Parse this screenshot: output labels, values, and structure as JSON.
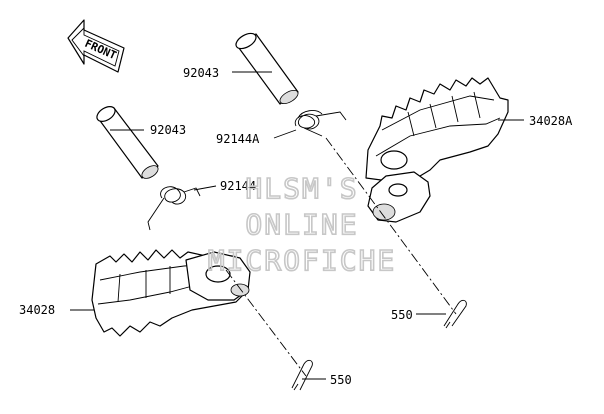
{
  "direction_indicator": {
    "text": "FRONT"
  },
  "callouts": [
    {
      "key": "pin-upper",
      "part_number": "92043"
    },
    {
      "key": "pin-lower",
      "part_number": "92043"
    },
    {
      "key": "spring-right",
      "part_number": "92144A"
    },
    {
      "key": "spring-left",
      "part_number": "92144"
    },
    {
      "key": "footpeg-right",
      "part_number": "34028A"
    },
    {
      "key": "footpeg-left",
      "part_number": "34028"
    },
    {
      "key": "cotter-pin-right",
      "part_number": "550"
    },
    {
      "key": "cotter-pin-left",
      "part_number": "550"
    }
  ],
  "watermark": {
    "lines": [
      "HLSM'S",
      "ONLINE",
      "MICROFICHE"
    ]
  },
  "colors": {
    "line": "#000000",
    "background": "#ffffff",
    "watermark": "#c7c7c7"
  }
}
